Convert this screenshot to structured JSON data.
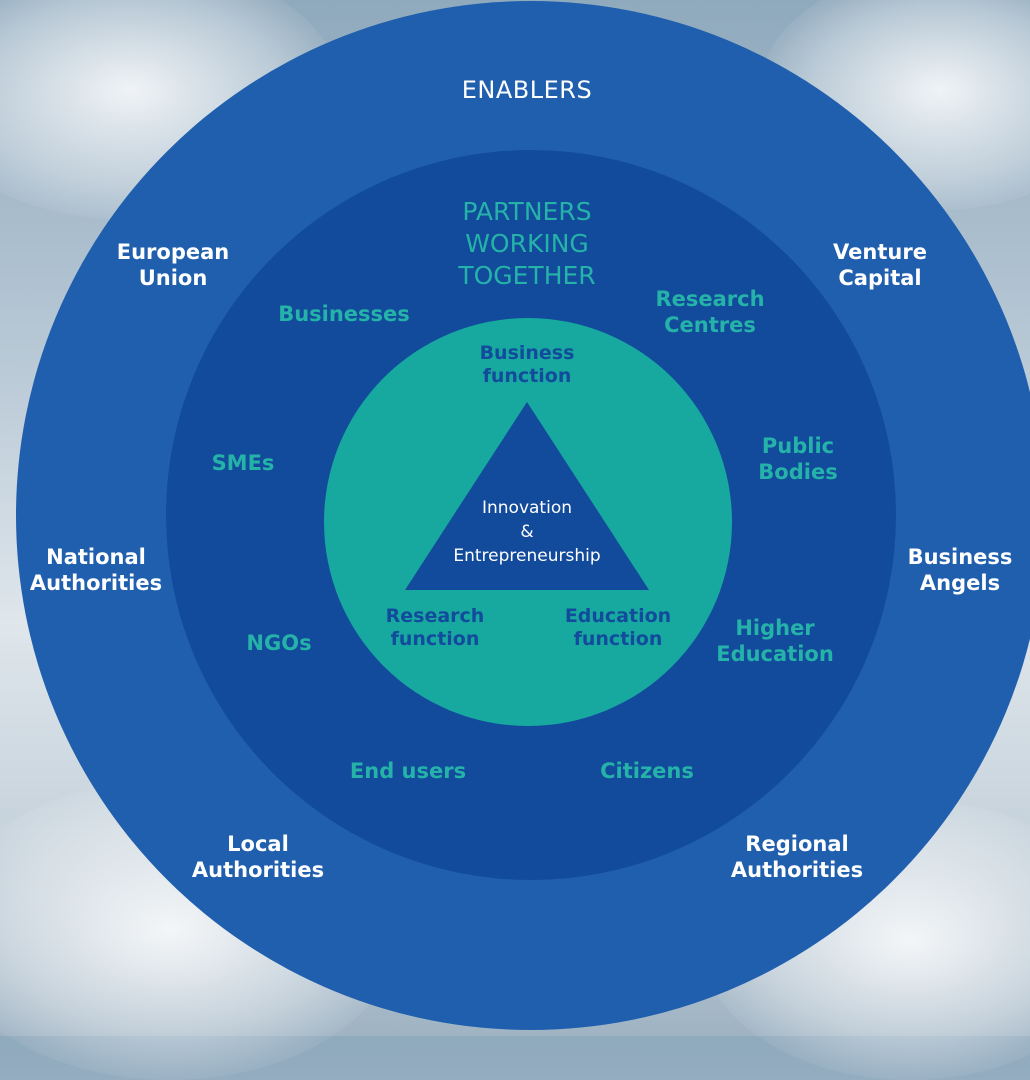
{
  "outer_ring": {
    "title": "ENABLERS",
    "items": [
      {
        "id": "european-union",
        "label": "European\nUnion"
      },
      {
        "id": "venture-capital",
        "label": "Venture\nCapital"
      },
      {
        "id": "national-authorities",
        "label": "National\nAuthorities"
      },
      {
        "id": "business-angels",
        "label": "Business\nAngels"
      },
      {
        "id": "local-authorities",
        "label": "Local\nAuthorities"
      },
      {
        "id": "regional-authorities",
        "label": "Regional\nAuthorities"
      }
    ]
  },
  "middle_ring": {
    "title": "PARTNERS\nWORKING\nTOGETHER",
    "items": [
      {
        "id": "businesses",
        "label": "Businesses"
      },
      {
        "id": "research-centres",
        "label": "Research\nCentres"
      },
      {
        "id": "smes",
        "label": "SMEs"
      },
      {
        "id": "public-bodies",
        "label": "Public\nBodies"
      },
      {
        "id": "ngos",
        "label": "NGOs"
      },
      {
        "id": "higher-education",
        "label": "Higher\nEducation"
      },
      {
        "id": "end-users",
        "label": "End users"
      },
      {
        "id": "citizens",
        "label": "Citizens"
      }
    ]
  },
  "inner_circle": {
    "functions": [
      {
        "id": "business-function",
        "label": "Business\nfunction"
      },
      {
        "id": "research-function",
        "label": "Research\nfunction"
      },
      {
        "id": "education-function",
        "label": "Education\nfunction"
      }
    ],
    "core": "Innovation\n&\nEntrepreneurship"
  },
  "colors": {
    "outer": "#1f5fae",
    "middle": "#124b9b",
    "inner": "#17a9a0",
    "triangle": "#124b9b",
    "teal_text": "#25b3a9",
    "white_text": "#ffffff"
  }
}
